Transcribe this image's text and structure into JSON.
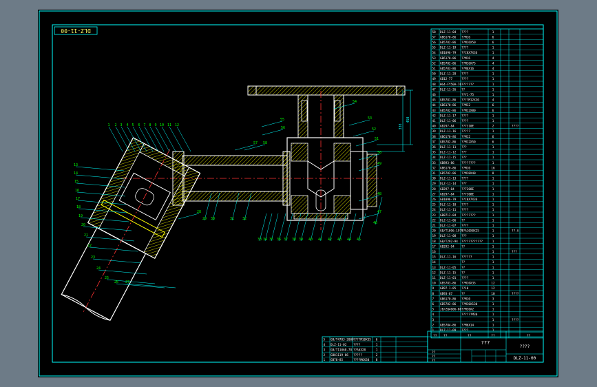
{
  "drawing": {
    "code": "DLZ-11-00",
    "title_block": {
      "name": "???",
      "unit": "????",
      "code": "DLZ-11-00",
      "row_labels": [
        "??",
        "??",
        "??"
      ]
    },
    "balloons": [
      "1",
      "2",
      "3",
      "4",
      "5",
      "6",
      "7",
      "8",
      "9",
      "10",
      "11",
      "12",
      "13",
      "14",
      "15",
      "16",
      "17",
      "18",
      "19",
      "20",
      "21",
      "22",
      "23",
      "24",
      "25",
      "26",
      "27",
      "28",
      "29",
      "30",
      "31",
      "32",
      "33",
      "34",
      "35",
      "36",
      "37",
      "38",
      "39",
      "40",
      "41",
      "42",
      "43",
      "44",
      "45",
      "46",
      "47",
      "48",
      "49",
      "50",
      "51",
      "52",
      "53",
      "54",
      "55",
      "56",
      "57",
      "58"
    ],
    "dimensions": {
      "height_a": "338",
      "height_b": "450"
    }
  },
  "bom": {
    "rows": [
      {
        "no": "58",
        "code": "DLZ-11-04",
        "name": "????",
        "qty": "1"
      },
      {
        "no": "57",
        "code": "GB6170-86",
        "name": "??M16",
        "qty": "6"
      },
      {
        "no": "56",
        "code": "GB5782-86",
        "name": "??M16X50",
        "qty": "6"
      },
      {
        "no": "55",
        "code": "DLZ-11-19",
        "name": "????",
        "qty": "1"
      },
      {
        "no": "54",
        "code": "GB1096-79",
        "name": "??C8X7X36",
        "qty": "1"
      },
      {
        "no": "53",
        "code": "GB6170-86",
        "name": "??M16",
        "qty": "4"
      },
      {
        "no": "52",
        "code": "GB5782-86",
        "name": "??M16X75",
        "qty": "4"
      },
      {
        "no": "51",
        "code": "GB5783-86",
        "name": "??M6X16",
        "qty": "4"
      },
      {
        "no": "50",
        "code": "DLZ-11-20",
        "name": "????",
        "qty": "1"
      },
      {
        "no": "49",
        "code": "GB12-77",
        "name": "????",
        "qty": "1"
      },
      {
        "no": "48",
        "code": "HG4-FY50A-76",
        "name": "???????",
        "qty": "1"
      },
      {
        "no": "47",
        "code": "DLZ-11-26",
        "name": "??",
        "qty": "1"
      },
      {
        "no": "46",
        "code": "",
        "name": "??Y1-75",
        "qty": "1"
      },
      {
        "no": "45",
        "code": "GB5781-86",
        "name": "????M12X30",
        "qty": "4"
      },
      {
        "no": "44",
        "code": "GB6170-86",
        "name": "??M12",
        "qty": "6"
      },
      {
        "no": "43",
        "code": "GB5782-86",
        "name": "??M12X80",
        "qty": "6"
      },
      {
        "no": "42",
        "code": "DLZ-11-17",
        "name": "????",
        "qty": "1"
      },
      {
        "no": "41",
        "code": "DLZ-11-06",
        "name": "????",
        "qty": "1"
      },
      {
        "no": "40",
        "code": "GB297-84",
        "name": "??7310E",
        "qty": "2",
        "note": "????"
      },
      {
        "no": "39",
        "code": "DLZ-11-16",
        "name": "?????",
        "qty": "1"
      },
      {
        "no": "38",
        "code": "GB6170-86",
        "name": "??M12",
        "qty": "6"
      },
      {
        "no": "37",
        "code": "GB5782-86",
        "name": "??M12X50",
        "qty": "6"
      },
      {
        "no": "36",
        "code": "DLZ-11-11",
        "name": "???",
        "qty": "1"
      },
      {
        "no": "35",
        "code": "DLZ-11-12",
        "name": "???",
        "qty": "1"
      },
      {
        "no": "34",
        "code": "DLZ-11-15",
        "name": "???",
        "qty": "1"
      },
      {
        "no": "33",
        "code": "GB893-86",
        "name": "????????",
        "qty": "1"
      },
      {
        "no": "32",
        "code": "GB6170-86",
        "name": "??M10",
        "qty": "16"
      },
      {
        "no": "31",
        "code": "GB5782-86",
        "name": "??M10X40",
        "qty": "8"
      },
      {
        "no": "30",
        "code": "DLZ-11-13",
        "name": "????",
        "qty": "1"
      },
      {
        "no": "29",
        "code": "DLZ-11-14",
        "name": "???",
        "qty": "1"
      },
      {
        "no": "28",
        "code": "GB297-84",
        "name": "??7208E",
        "qty": "1"
      },
      {
        "no": "27",
        "code": "GB297-84",
        "name": "??7308E",
        "qty": "1"
      },
      {
        "no": "26",
        "code": "GB1096-79",
        "name": "??C8X7X36",
        "qty": "1"
      },
      {
        "no": "25",
        "code": "DLZ-11-10",
        "name": "????",
        "qty": "1"
      },
      {
        "no": "24",
        "code": "DLZ-11-11",
        "name": "????",
        "qty": "1"
      },
      {
        "no": "23",
        "code": "GB8712-84",
        "name": "????????",
        "qty": "1"
      },
      {
        "no": "22",
        "code": "DLZ-11-06",
        "name": "??",
        "qty": "1"
      },
      {
        "no": "21",
        "code": "DLZ-11-07",
        "name": "????",
        "qty": "1"
      },
      {
        "no": "20",
        "code": "GB/T1096-1979",
        "name": "??A10X8X25",
        "qty": "1",
        "note": "??-A"
      },
      {
        "no": "19",
        "code": "DLZ-11-08",
        "name": "???",
        "qty": "1"
      },
      {
        "no": "18",
        "code": "GB/T292-94",
        "name": "????????????",
        "qty": "1"
      },
      {
        "no": "17",
        "code": "GB292-94",
        "name": "??",
        "qty": "1"
      },
      {
        "no": "16",
        "code": "",
        "name": "",
        "qty": "1",
        "note": "???"
      },
      {
        "no": "15",
        "code": "DLZ-11-16",
        "name": "??????",
        "qty": "1"
      },
      {
        "no": "14",
        "code": "",
        "name": "??",
        "qty": "1"
      },
      {
        "no": "13",
        "code": "DLZ-11-05",
        "name": "??",
        "qty": "1"
      },
      {
        "no": "12",
        "code": "DLZ-11-15",
        "name": "??",
        "qty": "1"
      },
      {
        "no": "11",
        "code": "DLZ-11-01",
        "name": "????",
        "qty": "1"
      },
      {
        "no": "10",
        "code": "GB5783-86",
        "name": "??M10X35",
        "qty": "12"
      },
      {
        "no": "9",
        "code": "GB97.1-85",
        "name": "??10",
        "qty": "12"
      },
      {
        "no": "8",
        "code": "GB93-87",
        "name": "??",
        "qty": "10",
        "note": "????"
      },
      {
        "no": "7",
        "code": "GB6170-86",
        "name": "??M10",
        "qty": "3"
      },
      {
        "no": "6",
        "code": "GB5782-86",
        "name": "??M10X130",
        "qty": "1"
      },
      {
        "no": "5",
        "code": "JB/ZQ4606-86",
        "name": "??M30X2",
        "qty": "1"
      },
      {
        "no": "4",
        "code": "",
        "name": "??????M30",
        "qty": "1"
      },
      {
        "no": "3",
        "code": "",
        "name": "",
        "qty": "1",
        "note": "????"
      },
      {
        "no": "2",
        "code": "GB5784-86",
        "name": "??M6X14",
        "qty": "1"
      },
      {
        "no": "1",
        "code": "DLZ-11-09",
        "name": "????",
        "qty": "1"
      }
    ],
    "header": {
      "no": "??",
      "code": "??",
      "name": "??",
      "qty": "??",
      "note": "??"
    }
  },
  "sub_bom": {
    "rows": [
      {
        "no": "5",
        "code": "GB/T4783-2000",
        "name": "????M10X35",
        "qty": "6"
      },
      {
        "no": "4",
        "code": "DLZ-11-02",
        "name": "????",
        "qty": "1"
      },
      {
        "no": "3",
        "code": "GB/T11068-78",
        "name": "??A6X28",
        "qty": "1"
      },
      {
        "no": "2",
        "code": "GB81119-86",
        "name": "?????",
        "qty": "2"
      },
      {
        "no": "1",
        "code": "GB78-85",
        "name": "????M6X30",
        "qty": "8"
      }
    ]
  },
  "colors": {
    "frame": "#00ffff",
    "part_outline": "#ffffff",
    "hatch": "#ffff00",
    "centerline": "#ff3333",
    "leader": "#00ffff",
    "balloon_text": "#00ff00",
    "table_text": "#ffffff"
  }
}
